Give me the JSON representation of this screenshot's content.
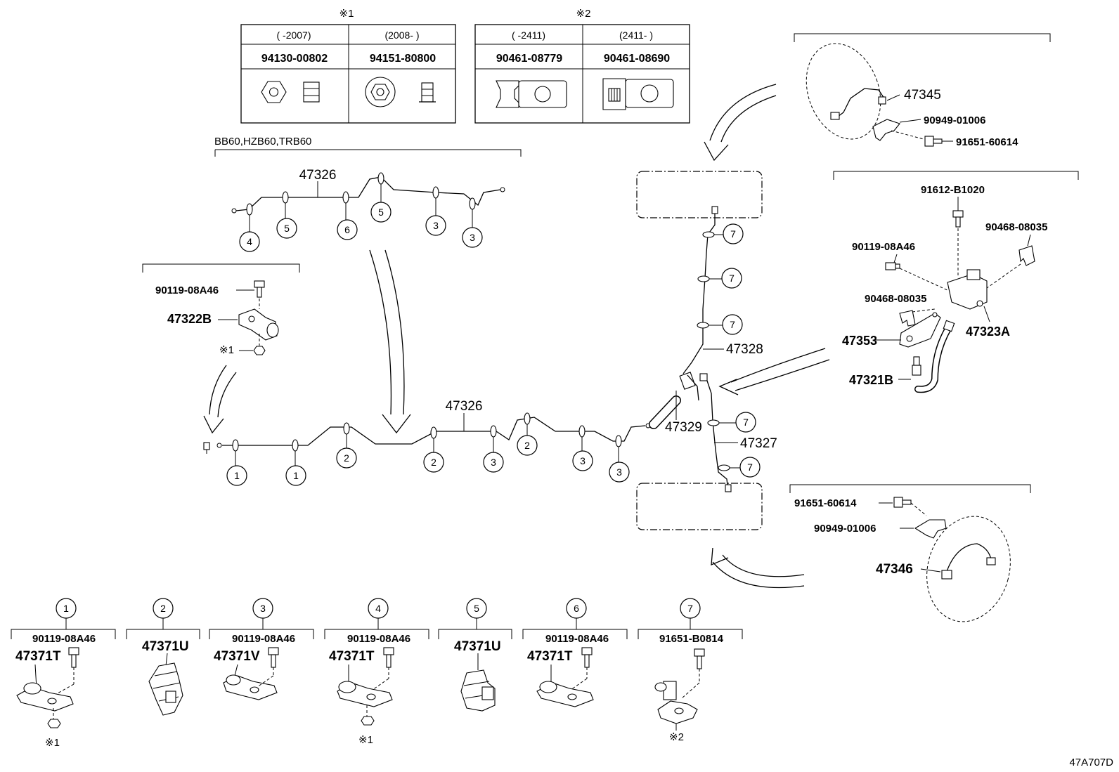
{
  "variant_tables": {
    "note1": {
      "mark": "※1",
      "ranges": [
        "(      -2007)",
        "(2008-       )"
      ],
      "parts": [
        "94130-00802",
        "94151-80800"
      ]
    },
    "note2": {
      "mark": "※2",
      "ranges": [
        "(     -2411)",
        "(2411-      )"
      ],
      "parts": [
        "90461-08779",
        "90461-08690"
      ]
    }
  },
  "model_label": "BB60,HZB60,TRB60",
  "upper_line": {
    "part": "47326",
    "clips": [
      "4",
      "5",
      "6",
      "5",
      "3",
      "3"
    ]
  },
  "lower_line": {
    "part": "47326",
    "clips": [
      "1",
      "1",
      "2",
      "2",
      "3",
      "2",
      "3",
      "3"
    ]
  },
  "left_bracket": {
    "bolt": "90119-08A46",
    "bracket": "47322B",
    "nut_note": "※1"
  },
  "center_parts": {
    "p47328": "47328",
    "p47329": "47329",
    "p47327": "47327",
    "clips_7": [
      "7",
      "7",
      "7",
      "7",
      "7"
    ]
  },
  "top_right": {
    "hose": "47345",
    "clip": "90949-01006",
    "bolt": "91651-60614"
  },
  "mid_right": {
    "bolt_top": "91612-B1020",
    "clip_right": "90468-08035",
    "bolt_left": "90119-08A46",
    "clip_left": "90468-08035",
    "bracket": "47353",
    "block": "47323A",
    "hose": "47321B"
  },
  "bottom_right": {
    "bolt": "91651-60614",
    "clip": "90949-01006",
    "hose": "47346"
  },
  "legend": [
    {
      "num": "1",
      "bolt": "90119-08A46",
      "clamp": "47371T",
      "note": "※1"
    },
    {
      "num": "2",
      "bolt": "",
      "clamp": "47371U",
      "note": ""
    },
    {
      "num": "3",
      "bolt": "90119-08A46",
      "clamp": "47371V",
      "note": ""
    },
    {
      "num": "4",
      "bolt": "90119-08A46",
      "clamp": "47371T",
      "note": "※1"
    },
    {
      "num": "5",
      "bolt": "",
      "clamp": "47371U",
      "note": ""
    },
    {
      "num": "6",
      "bolt": "90119-08A46",
      "clamp": "47371T",
      "note": ""
    },
    {
      "num": "7",
      "bolt": "91651-B0814",
      "clamp": "",
      "note": "※2"
    }
  ],
  "figure_code": "47A707D"
}
